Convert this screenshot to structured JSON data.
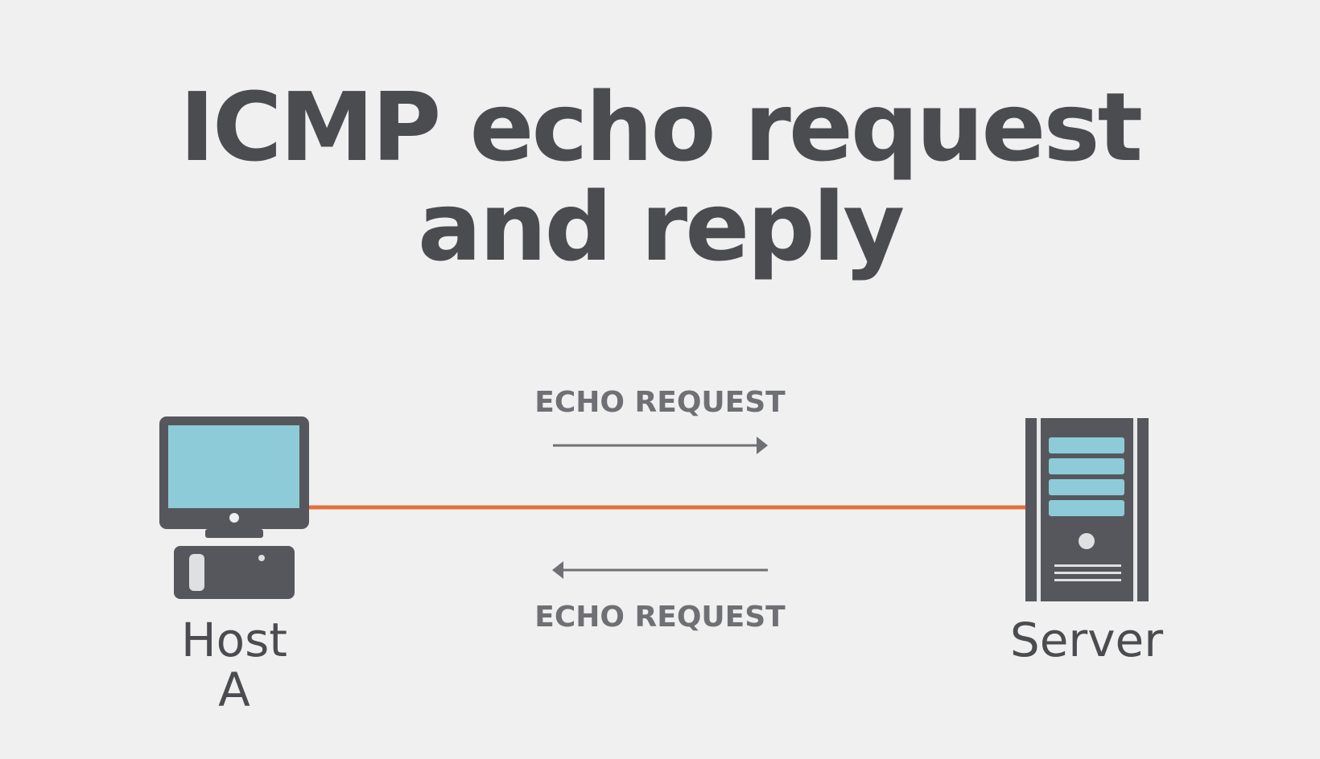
{
  "title": {
    "line1": "ICMP echo request",
    "line2": "and reply"
  },
  "arrows": {
    "top_label": "ECHO REQUEST",
    "bottom_label": "ECHO REQUEST"
  },
  "nodes": {
    "host": {
      "label_line1": "Host",
      "label_line2": "A",
      "icon": "desktop-computer-icon"
    },
    "server": {
      "label": "Server",
      "icon": "server-tower-icon"
    }
  },
  "colors": {
    "background": "#f0f0f1",
    "text_dark": "#4b4c4f",
    "text_label": "#6f7074",
    "device_body": "#56575c",
    "screen": "#8ecbd8",
    "link_line": "#e2703f",
    "arrow_line": "#6f7074"
  }
}
